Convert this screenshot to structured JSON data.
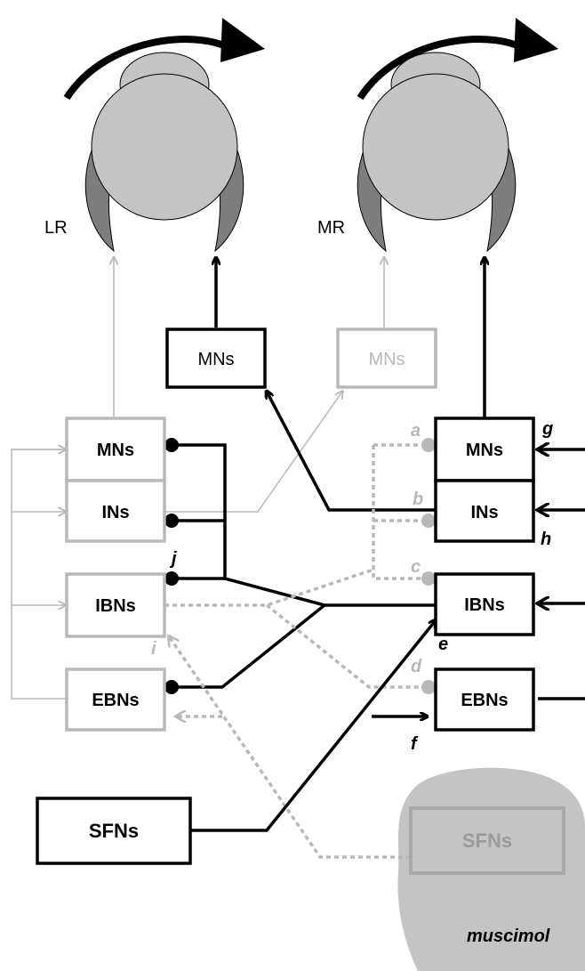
{
  "eyes": {
    "left_muscle_label": "LR",
    "right_muscle_label": "MR"
  },
  "boxes": {
    "mns_top_left": "MNs",
    "mns_top_right": "MNs",
    "left_mns": "MNs",
    "left_ins": "INs",
    "left_ibns": "IBNs",
    "left_ebns": "EBNs",
    "right_mns": "MNs",
    "right_ins": "INs",
    "right_ibns": "IBNs",
    "right_ebns": "EBNs",
    "sfns_left": "SFNs",
    "sfns_right": "SFNs"
  },
  "letters": {
    "a": "a",
    "b": "b",
    "c": "c",
    "d": "d",
    "e": "e",
    "f": "f",
    "g": "g",
    "h": "h",
    "i": "i",
    "j": "j"
  },
  "muscimol_label": "muscimol",
  "colors": {
    "black": "#000000",
    "gray": "#b8b8b8",
    "eye_fill": "#c4c4c4",
    "muscle_fill": "#7d7d7d",
    "muscimol_blob": "#c4c4c4"
  }
}
